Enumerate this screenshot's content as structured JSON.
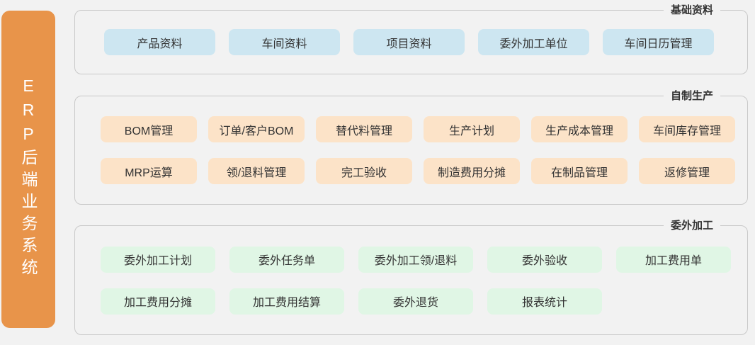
{
  "sidebar": {
    "title": "ERP后端业务系统",
    "color": "#e8944a"
  },
  "colors": {
    "page_background": "#f2f2f2",
    "panel_border": "#c9c9c9",
    "basic_button": "#cde6f1",
    "inhouse_button": "#fce3c8",
    "outsource_button": "#e0f6e5",
    "text": "#333333"
  },
  "sections": [
    {
      "id": "basic",
      "legend": "基础资料",
      "button_color": "#cde6f1",
      "rows": [
        [
          "产品资料",
          "车间资料",
          "项目资料",
          "委外加工单位",
          "车间日历管理"
        ]
      ]
    },
    {
      "id": "inhouse",
      "legend": "自制生产",
      "button_color": "#fce3c8",
      "rows": [
        [
          "BOM管理",
          "订单/客户BOM",
          "替代料管理",
          "生产计划",
          "生产成本管理",
          "车间库存管理"
        ],
        [
          "MRP运算",
          "领/退料管理",
          "完工验收",
          "制造费用分摊",
          "在制品管理",
          "返修管理"
        ]
      ]
    },
    {
      "id": "outsource",
      "legend": "委外加工",
      "button_color": "#e0f6e5",
      "rows": [
        [
          "委外加工计划",
          "委外任务单",
          "委外加工领/退料",
          "委外验收",
          "加工费用单"
        ],
        [
          "加工费用分摊",
          "加工费用结算",
          "委外退货",
          "报表统计"
        ]
      ]
    }
  ]
}
